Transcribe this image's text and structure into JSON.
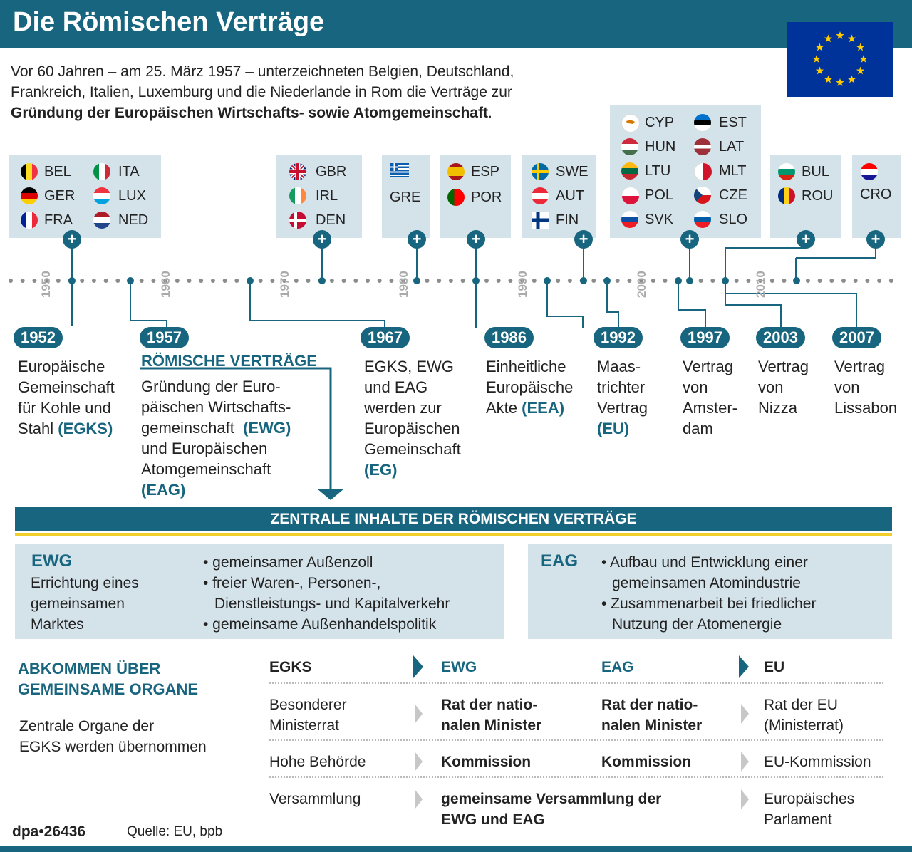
{
  "header": {
    "title": "Die Römischen Verträge"
  },
  "intro": {
    "line1": "Vor 60 Jahren – am 25. März 1957 – unterzeichneten Belgien, Deutschland,",
    "line2": "Frankreich, Italien, Luxemburg und die Niederlande in Rom die Verträge zur",
    "line3_bold": "Gründung der Europäischen Wirtschafts- sowie Atomgemeinschaft",
    "line3_end": "."
  },
  "colors": {
    "accent": "#17657e",
    "box": "#d4e2ea",
    "eu_blue": "#003399",
    "eu_gold": "#ffcc00",
    "yellow_line": "#f0cf2a"
  },
  "accession_groups": {
    "g1952": [
      "BEL",
      "ITA",
      "GER",
      "LUX",
      "FRA",
      "NED"
    ],
    "g1973": [
      "GBR",
      "IRL",
      "DEN"
    ],
    "g1981": [
      "GRE"
    ],
    "g1986": [
      "ESP",
      "POR"
    ],
    "g1995": [
      "SWE",
      "AUT",
      "FIN"
    ],
    "g2004": [
      "CYP",
      "EST",
      "HUN",
      "LAT",
      "LTU",
      "MLT",
      "POL",
      "CZE",
      "SVK",
      "SLO"
    ],
    "g2007": [
      "BUL",
      "ROU"
    ],
    "g2013": [
      "CRO"
    ],
    "plus": "+"
  },
  "timeline": {
    "ticks": [
      "1950",
      "1960",
      "1970",
      "1980",
      "1990",
      "2000",
      "2010"
    ]
  },
  "events": {
    "e1952": {
      "year": "1952",
      "text": "Europäische Gemeinschaft für Kohle und Stahl",
      "acr": "(EGKS)"
    },
    "e1957": {
      "year": "1957",
      "head": "RÖMISCHE VERTRÄGE",
      "l1": "Gründung der Euro-",
      "l2": "päischen Wirtschafts-",
      "l3": "gemeinschaft",
      "acr1": "(EWG)",
      "l4": "und Europäischen",
      "l5": "Atomgemeinschaft",
      "acr2": "(EAG)"
    },
    "e1967": {
      "year": "1967",
      "text": "EGKS, EWG und EAG werden zur Europäischen Gemeinschaft",
      "acr": "(EG)"
    },
    "e1986": {
      "year": "1986",
      "text": "Einheitliche Europäische Akte",
      "acr": "(EEA)"
    },
    "e1992": {
      "year": "1992",
      "l1": "Maas-",
      "l2": "trichter",
      "l3": "Vertrag",
      "acr": "(EU)"
    },
    "e1997": {
      "year": "1997",
      "l1": "Vertrag",
      "l2": "von",
      "l3": "Amster-",
      "l4": "dam"
    },
    "e2003": {
      "year": "2003",
      "l1": "Vertrag",
      "l2": "von",
      "l3": "Nizza"
    },
    "e2007": {
      "year": "2007",
      "l1": "Vertrag",
      "l2": "von",
      "l3": "Lissabon"
    }
  },
  "central": {
    "title": "ZENTRALE INHALTE DER RÖMISCHEN VERTRÄGE",
    "ewg": {
      "head": "EWG",
      "l1": "Errichtung eines",
      "l2": "gemeinsamen",
      "l3": "Marktes",
      "b1": "• gemeinsamer Außenzoll",
      "b2": "• freier Waren-, Personen-,",
      "b2b": "Dienstleistungs- und Kapitalverkehr",
      "b3": "• gemeinsame Außenhandelspolitik"
    },
    "eag": {
      "head": "EAG",
      "b1": "• Aufbau und Entwicklung einer",
      "b1b": "gemeinsamen Atomindustrie",
      "b2": "• Zusammenarbeit bei friedlicher",
      "b2b": "Nutzung der Atomenergie"
    }
  },
  "agreement": {
    "head1": "ABKOMMEN ÜBER",
    "head2": "GEMEINSAME ORGANE",
    "text1": "Zentrale Organe der",
    "text2": "EGKS werden übernommen",
    "cols": [
      "EGKS",
      "EWG",
      "EAG",
      "EU"
    ],
    "rows": [
      {
        "c1a": "Besonderer",
        "c1b": "Ministerrat",
        "c2a": "Rat der natio-",
        "c2b": "nalen Minister",
        "c3a": "Rat der natio-",
        "c3b": "nalen Minister",
        "c4a": "Rat der EU",
        "c4b": "(Ministerrat)"
      },
      {
        "c1a": "Hohe Behörde",
        "c2a": "Kommission",
        "c3a": "Kommission",
        "c4a": "EU-Kommission"
      },
      {
        "c1a": "Versammlung",
        "c2a": "gemeinsame Versammlung der",
        "c2b": "EWG und EAG",
        "c4a": "Europäisches",
        "c4b": "Parlament"
      }
    ]
  },
  "footer": {
    "dpa": "dpa•26436",
    "source": "Quelle: EU, bpb"
  }
}
